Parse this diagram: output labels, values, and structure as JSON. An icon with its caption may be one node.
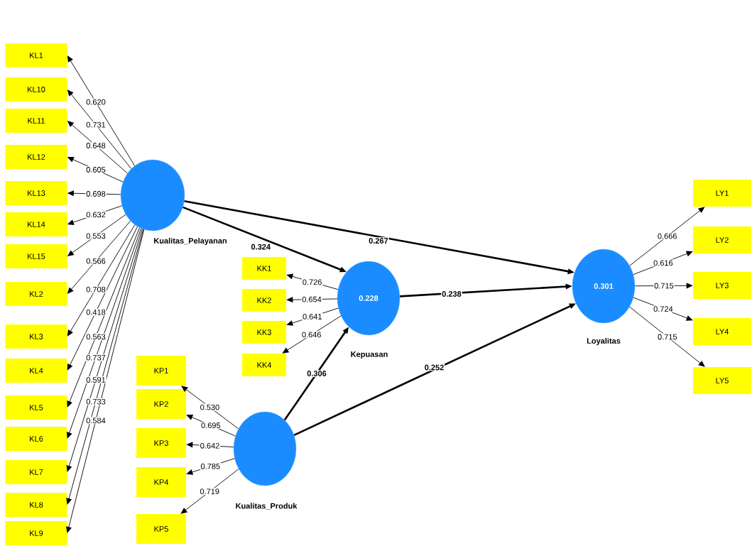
{
  "diagram": {
    "nodes": [
      {
        "text": [
          "KL1"
        ]
      },
      {
        "text": [
          "KL10"
        ]
      },
      {
        "text": [
          "KL11"
        ]
      },
      {
        "text": [
          "KL12"
        ]
      },
      {
        "text": [
          "KL13"
        ]
      },
      {
        "text": [
          "KL14"
        ]
      },
      {
        "text": [
          "KL15"
        ]
      },
      {
        "text": [
          "KL2"
        ]
      },
      {
        "text": [
          "KL3"
        ]
      },
      {
        "text": [
          "KL4"
        ]
      },
      {
        "text": [
          "KL5"
        ]
      },
      {
        "text": [
          "KL6"
        ]
      },
      {
        "text": [
          "KL7"
        ]
      },
      {
        "text": [
          "KL8"
        ]
      },
      {
        "text": [
          "KL9"
        ]
      },
      {
        "text": [
          "Kualitas_Pelayanan"
        ]
      },
      {
        "text": [
          "KK1"
        ]
      },
      {
        "text": [
          "KK2"
        ]
      },
      {
        "text": [
          "KK3"
        ]
      },
      {
        "text": [
          "KK4"
        ]
      },
      {
        "text": [
          "0.228",
          "Kepuasan"
        ]
      },
      {
        "text": [
          "KP1"
        ]
      },
      {
        "text": [
          "KP2"
        ]
      },
      {
        "text": [
          "KP3"
        ]
      },
      {
        "text": [
          "KP4"
        ]
      },
      {
        "text": [
          "KP5"
        ]
      },
      {
        "text": [
          "Kualitas_Produk"
        ]
      },
      {
        "text": [
          "0.301",
          "Loyalitas"
        ]
      },
      {
        "text": [
          "LY1"
        ]
      },
      {
        "text": [
          "LY2"
        ]
      },
      {
        "text": [
          "LY3"
        ]
      },
      {
        "text": [
          "LY4"
        ]
      },
      {
        "text": [
          "LY5"
        ]
      }
    ],
    "edges": [
      {
        "from": 15,
        "to": 0,
        "arrow": "to",
        "label": "0.620"
      },
      {
        "from": 15,
        "to": 1,
        "arrow": "to",
        "label": "0.731"
      },
      {
        "from": 15,
        "to": 2,
        "arrow": "to",
        "label": "0.648"
      },
      {
        "from": 15,
        "to": 3,
        "arrow": "to",
        "label": "0.605"
      },
      {
        "from": 15,
        "to": 4,
        "arrow": "to",
        "label": "0.698"
      },
      {
        "from": 15,
        "to": 5,
        "arrow": "to",
        "label": "0.632"
      },
      {
        "from": 15,
        "to": 6,
        "arrow": "to",
        "label": "0.553"
      },
      {
        "from": 15,
        "to": 7,
        "arrow": "to",
        "label": "0.566"
      },
      {
        "from": 15,
        "to": 8,
        "arrow": "to",
        "label": "0.708"
      },
      {
        "from": 15,
        "to": 9,
        "arrow": "to",
        "label": "0.418"
      },
      {
        "from": 15,
        "to": 10,
        "arrow": "to",
        "label": "0.563"
      },
      {
        "from": 15,
        "to": 11,
        "arrow": "to",
        "label": "0.737"
      },
      {
        "from": 15,
        "to": 12,
        "arrow": "to",
        "label": "0.591"
      },
      {
        "from": 15,
        "to": 13,
        "arrow": "to",
        "label": "0.733"
      },
      {
        "from": 15,
        "to": 14,
        "arrow": "to",
        "label": "0.584"
      },
      {
        "from": 20,
        "to": 16,
        "arrow": "to",
        "label": "0.726"
      },
      {
        "from": 20,
        "to": 17,
        "arrow": "to",
        "label": "0.654"
      },
      {
        "from": 20,
        "to": 18,
        "arrow": "to",
        "label": "0.641"
      },
      {
        "from": 20,
        "to": 19,
        "arrow": "to",
        "label": "0.646"
      },
      {
        "from": 26,
        "to": 21,
        "arrow": "to",
        "label": "0.530"
      },
      {
        "from": 26,
        "to": 22,
        "arrow": "to",
        "label": "0.695"
      },
      {
        "from": 26,
        "to": 23,
        "arrow": "to",
        "label": "0.642"
      },
      {
        "from": 26,
        "to": 24,
        "arrow": "to",
        "label": "0.785"
      },
      {
        "from": 26,
        "to": 25,
        "arrow": "to",
        "label": "0.719"
      },
      {
        "from": 27,
        "to": 28,
        "arrow": "to",
        "label": "0.666"
      },
      {
        "from": 27,
        "to": 29,
        "arrow": "to",
        "label": "0.616"
      },
      {
        "from": 27,
        "to": 30,
        "arrow": "to",
        "label": "0.715"
      },
      {
        "from": 27,
        "to": 31,
        "arrow": "to",
        "label": "0.724"
      },
      {
        "from": 27,
        "to": 32,
        "arrow": "to",
        "label": "0.715"
      },
      {
        "from": 15,
        "to": 27,
        "arrow": "to",
        "label": "0.267",
        "style": "thick"
      },
      {
        "from": 15,
        "to": 20,
        "arrow": "to",
        "label": "0.324",
        "style": "thick"
      },
      {
        "from": 20,
        "to": 27,
        "arrow": "to",
        "label": "0.238",
        "style": "thick"
      },
      {
        "from": 26,
        "to": 20,
        "arrow": "to",
        "label": "0.306",
        "style": "thick"
      },
      {
        "from": 26,
        "to": 27,
        "arrow": "to",
        "label": "0.252",
        "style": "thick"
      }
    ]
  }
}
